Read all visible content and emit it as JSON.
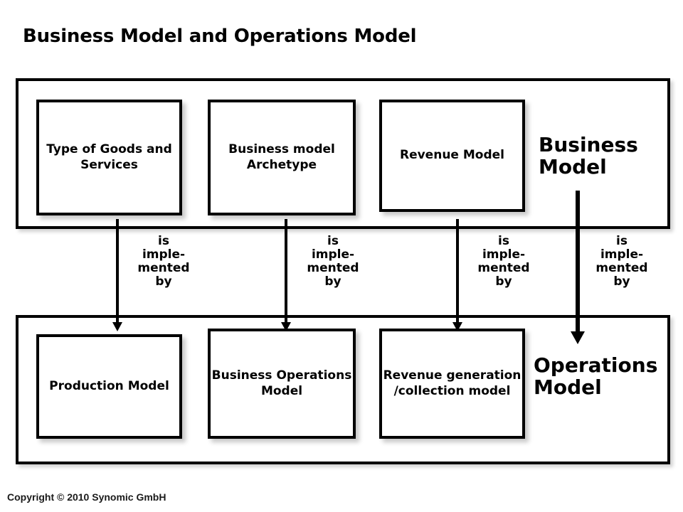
{
  "slide": {
    "title": "Business Model and Operations Model",
    "copyright": "Copyright  © 2010 Synomic GmbH"
  },
  "business_band": {
    "label": "Business\nModel",
    "boxes": [
      {
        "name": "type-of-goods-and-services",
        "label": "Type of\nGoods and\nServices"
      },
      {
        "name": "business-model-archetype",
        "label": "Business\nmodel\nArchetype"
      },
      {
        "name": "revenue-model",
        "label": "Revenue\nModel"
      }
    ]
  },
  "operations_band": {
    "label": "Operations\nModel",
    "boxes": [
      {
        "name": "production-model",
        "label": "Production\nModel"
      },
      {
        "name": "business-operations-model",
        "label": "Business\nOperations\nModel"
      },
      {
        "name": "revenue-generation-model",
        "label": "Revenue\ngeneration\n/collection\nmodel"
      }
    ]
  },
  "arrows": [
    {
      "name": "type-of-goods-to-production",
      "label": "is\nimple-\nmented\nby"
    },
    {
      "name": "archetype-to-business-operations",
      "label": "is\nimple-\nmented\nby"
    },
    {
      "name": "revenue-model-to-revenue-generation",
      "label": "is\nimple-\nmented\nby"
    },
    {
      "name": "business-model-to-operations-model",
      "label": "is\nimple-\nmented\nby"
    }
  ],
  "colors": {
    "stroke": "#000000",
    "background": "#ffffff",
    "text": "#000000"
  }
}
